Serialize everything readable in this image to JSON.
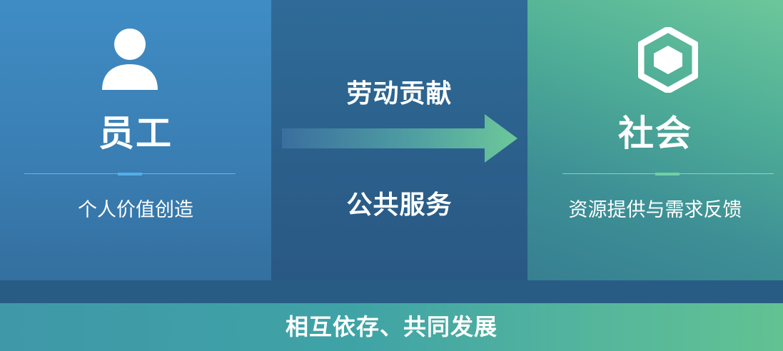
{
  "left": {
    "icon": "person-icon",
    "title": "员工",
    "subtitle": "个人价值创造"
  },
  "middle": {
    "top_label": "劳动贡献",
    "bottom_label": "公共服务",
    "arrow": "right-arrow-icon"
  },
  "right": {
    "icon": "hexagon-icon",
    "title": "社会",
    "subtitle": "资源提供与需求反馈"
  },
  "footer": {
    "text": "相互依存、共同发展"
  },
  "colors": {
    "left_panel": "#3f8cc4",
    "middle_panel": "#2b5f8a",
    "right_panel": "#4fae97",
    "arrow_start": "#3a6f9e",
    "arrow_end": "#6cc89a",
    "footer_band": "#54b59d"
  }
}
